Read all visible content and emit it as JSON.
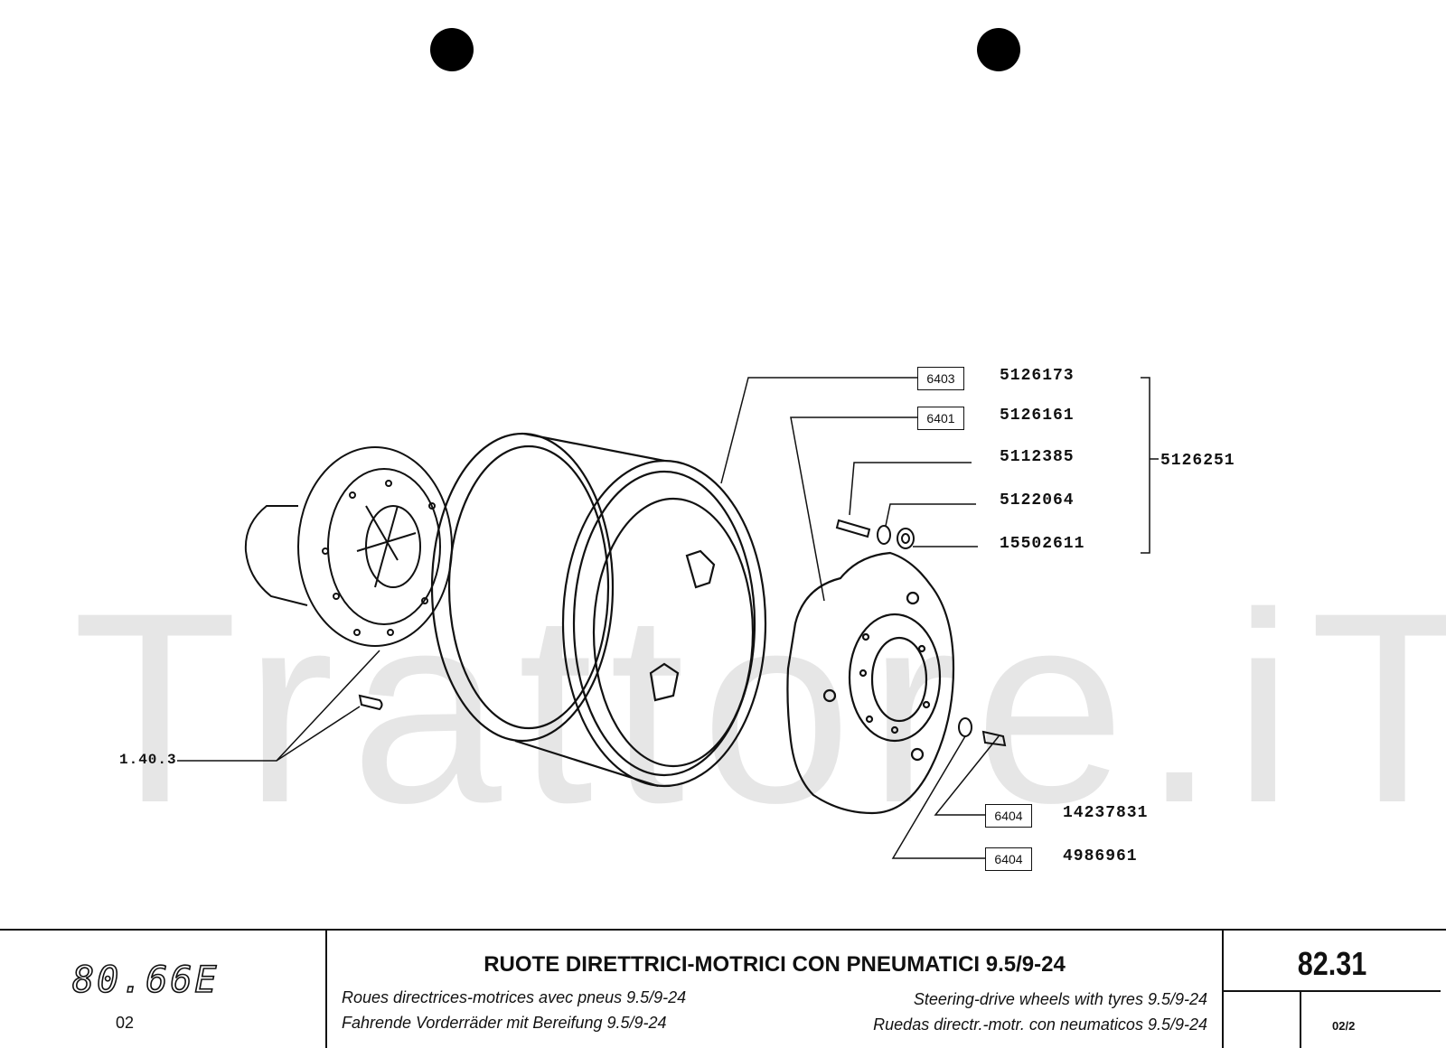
{
  "watermark": "Trattore.iT",
  "callouts": {
    "top_group": [
      {
        "ref": "6403",
        "part": "5126173"
      },
      {
        "ref": "6401",
        "part": "5126161"
      },
      {
        "ref": "",
        "part": "5112385"
      },
      {
        "ref": "",
        "part": "5122064"
      },
      {
        "ref": "",
        "part": "15502611"
      }
    ],
    "group_part": "5126251",
    "bottom_group": [
      {
        "ref": "6404",
        "part": "14237831"
      },
      {
        "ref": "6404",
        "part": "4986961"
      }
    ],
    "hub_ref": "1.40.3"
  },
  "footer": {
    "model": "80.66E",
    "model_sub": "02",
    "title_it": "RUOTE DIRETTRICI-MOTRICI CON PNEUMATICI 9.5/9-24",
    "title_fr": "Roues directrices-motrices avec pneus 9.5/9-24",
    "title_en": "Steering-drive wheels with tyres 9.5/9-24",
    "title_de": "Fahrende Vorderräder mit Bereifung 9.5/9-24",
    "title_es": "Ruedas directr.-motr. con neumaticos 9.5/9-24",
    "code": "82.31",
    "sheet": "02/2"
  }
}
